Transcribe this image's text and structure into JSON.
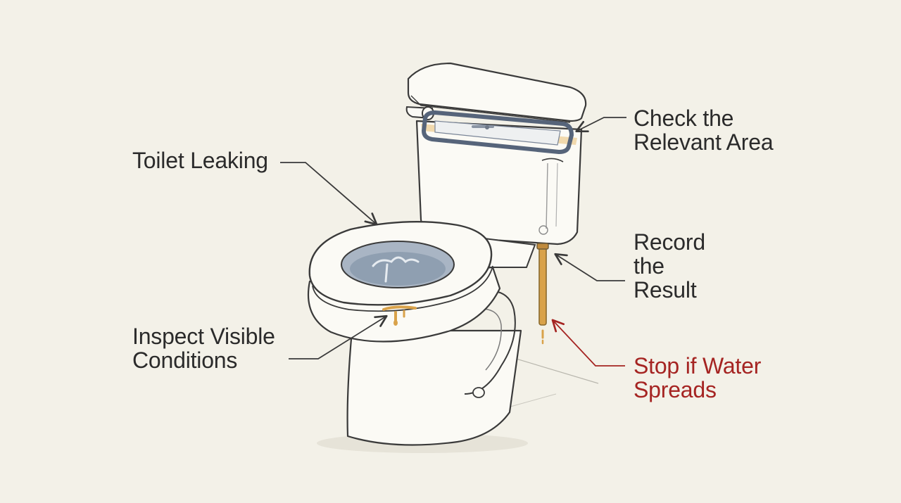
{
  "labels": {
    "toilet_leaking": "Toilet Leaking",
    "check_area": "Check the\nRelevant Area",
    "record_result": "Record\nthe\nResult",
    "inspect_conditions": "Inspect Visible\nConditions",
    "stop_water": "Stop if Water\nSpreads"
  },
  "colors": {
    "background": "#f3f1e8",
    "outline": "#3a3a3a",
    "porcelain": "#fbfaf5",
    "water": "#8f9fb1",
    "gasket": "#56647a",
    "leak": "#d9a24a",
    "warning": "#a52422"
  },
  "icons": {
    "toilet": "toilet-illustration",
    "arrow": "callout-arrow-icon"
  }
}
